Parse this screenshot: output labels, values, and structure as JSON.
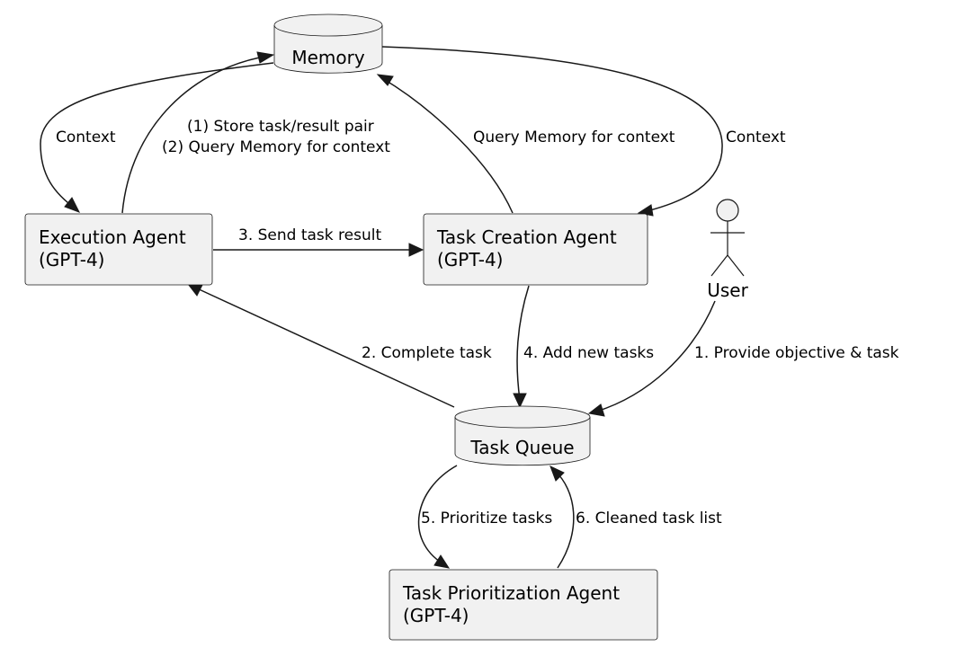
{
  "nodes": {
    "memory": {
      "label": "Memory"
    },
    "execution_agent": {
      "line1": "Execution Agent",
      "line2": "(GPT-4)"
    },
    "task_creation_agent": {
      "line1": "Task Creation Agent",
      "line2": "(GPT-4)"
    },
    "user": {
      "label": "User"
    },
    "task_queue": {
      "label": "Task Queue"
    },
    "task_prioritization_agent": {
      "line1": "Task Prioritization Agent",
      "line2": "(GPT-4)"
    }
  },
  "edges": {
    "memory_to_execution": "Context",
    "execution_to_memory_line1": "(1) Store task/result pair",
    "execution_to_memory_line2": "(2) Query Memory for context",
    "creation_to_memory": "Query Memory for context",
    "memory_to_creation": "Context",
    "execution_to_creation": "3. Send task result",
    "queue_to_execution": "2. Complete task",
    "creation_to_queue": "4. Add new tasks",
    "user_to_queue": "1. Provide objective & task",
    "queue_to_prioritization": "5. Prioritize tasks",
    "prioritization_to_queue": "6. Cleaned task list"
  }
}
